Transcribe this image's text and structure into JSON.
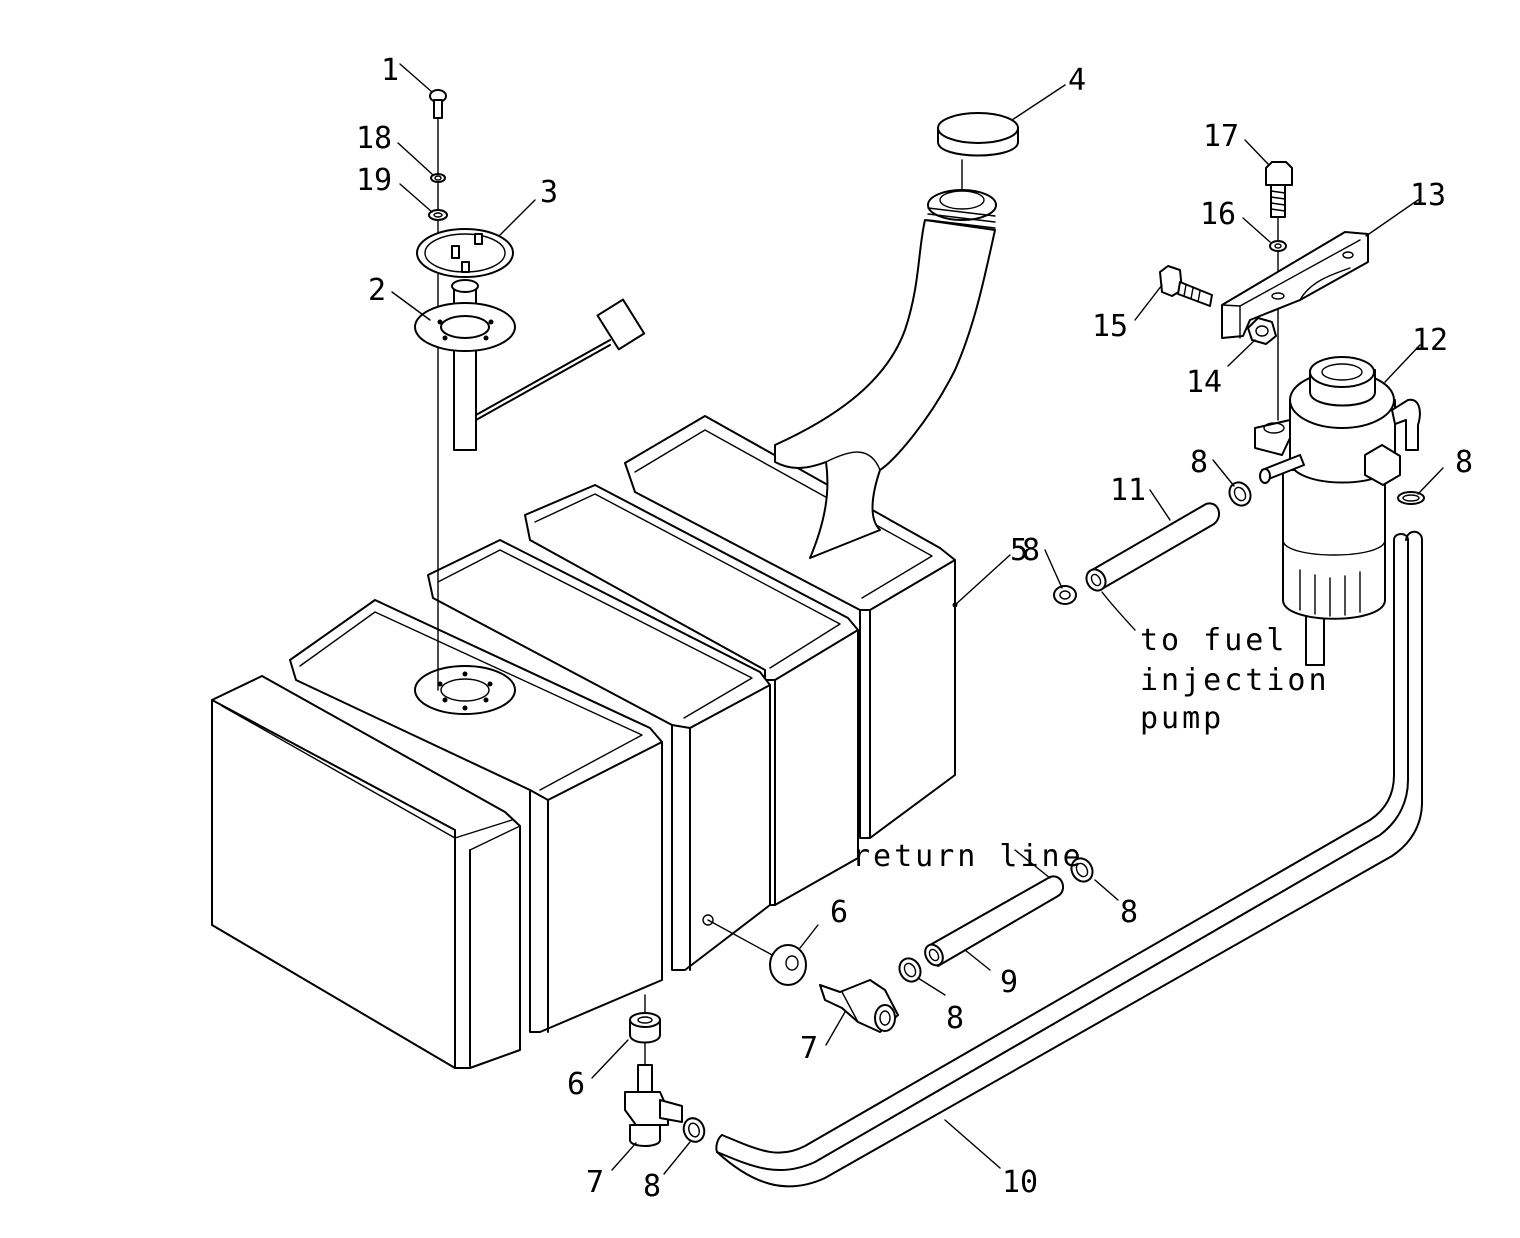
{
  "diagram": {
    "callouts": [
      {
        "id": "c1",
        "label": "1"
      },
      {
        "id": "c18",
        "label": "18"
      },
      {
        "id": "c19",
        "label": "19"
      },
      {
        "id": "c3",
        "label": "3"
      },
      {
        "id": "c2",
        "label": "2"
      },
      {
        "id": "c4",
        "label": "4"
      },
      {
        "id": "c17",
        "label": "17"
      },
      {
        "id": "c16",
        "label": "16"
      },
      {
        "id": "c13",
        "label": "13"
      },
      {
        "id": "c15",
        "label": "15"
      },
      {
        "id": "c14",
        "label": "14"
      },
      {
        "id": "c12",
        "label": "12"
      },
      {
        "id": "c8a",
        "label": "8"
      },
      {
        "id": "c8b",
        "label": "8"
      },
      {
        "id": "c11",
        "label": "11"
      },
      {
        "id": "c5",
        "label": "5"
      },
      {
        "id": "c8c",
        "label": "8"
      },
      {
        "id": "c6a",
        "label": "6"
      },
      {
        "id": "c8d",
        "label": "8"
      },
      {
        "id": "c9",
        "label": "9"
      },
      {
        "id": "c8e",
        "label": "8"
      },
      {
        "id": "c7a",
        "label": "7"
      },
      {
        "id": "c6b",
        "label": "6"
      },
      {
        "id": "c7b",
        "label": "7"
      },
      {
        "id": "c8f",
        "label": "8"
      },
      {
        "id": "c10",
        "label": "10"
      }
    ],
    "notes": {
      "fuel_line_1": "to fuel",
      "fuel_line_2": "injection",
      "fuel_line_3": "pump",
      "return_line": "return line"
    }
  }
}
